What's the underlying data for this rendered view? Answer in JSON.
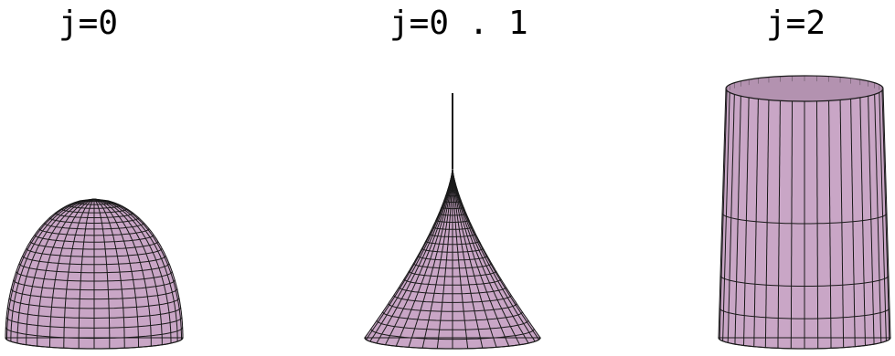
{
  "panels": [
    {
      "label": "j=0",
      "shape": "dome"
    },
    {
      "label": "j=0 . 1",
      "shape": "spike"
    },
    {
      "label": "j=2",
      "shape": "cylinder"
    }
  ],
  "colors": {
    "surface": "#c9a6c6",
    "surface_dark": "#b392b0",
    "wire": "#1a1a1a",
    "background": "#ffffff"
  }
}
